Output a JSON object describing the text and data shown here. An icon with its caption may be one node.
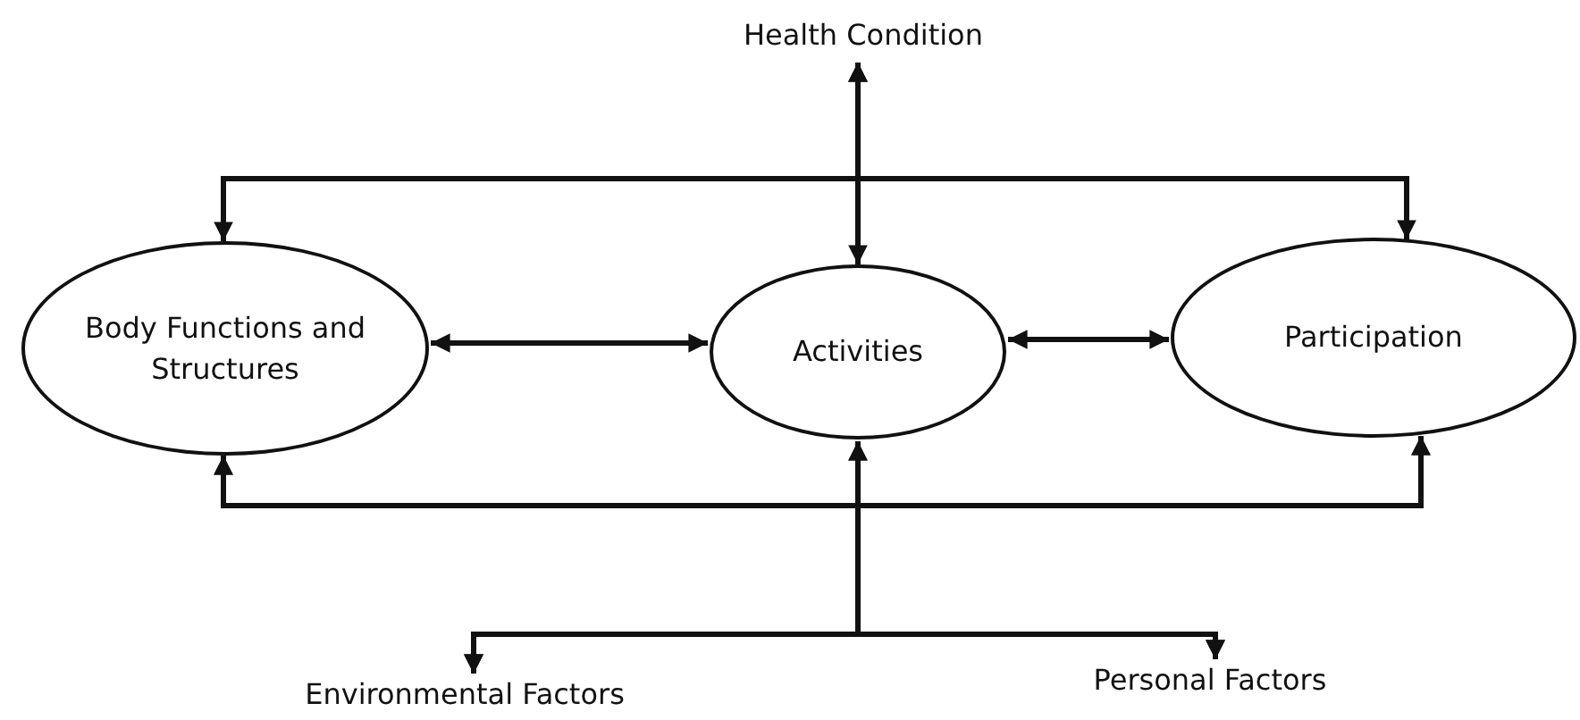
{
  "diagram": {
    "nodes": [
      {
        "text": [
          "Health Condition"
        ]
      },
      {
        "text": [
          "Body Functions and Structures"
        ]
      },
      {
        "text": [
          "Activities"
        ]
      },
      {
        "text": [
          "Participation"
        ]
      },
      {
        "text": [
          "Environmental Factors"
        ]
      },
      {
        "text": [
          "Personal Factors"
        ]
      }
    ],
    "edges": [
      {
        "from": 0,
        "to": 2,
        "arrow": "both"
      },
      {
        "from": 0,
        "to": 1,
        "arrow": "both"
      },
      {
        "from": 0,
        "to": 3,
        "arrow": "both"
      },
      {
        "from": 1,
        "to": 2,
        "arrow": "both"
      },
      {
        "from": 2,
        "to": 3,
        "arrow": "both"
      },
      {
        "from": 4,
        "to": 2,
        "arrow": "both"
      },
      {
        "from": 4,
        "to": 1,
        "arrow": "both"
      },
      {
        "from": 4,
        "to": 3,
        "arrow": "both"
      },
      {
        "from": 5,
        "to": 2,
        "arrow": "both"
      },
      {
        "from": 5,
        "to": 1,
        "arrow": "both"
      },
      {
        "from": 5,
        "to": 3,
        "arrow": "both"
      }
    ]
  }
}
